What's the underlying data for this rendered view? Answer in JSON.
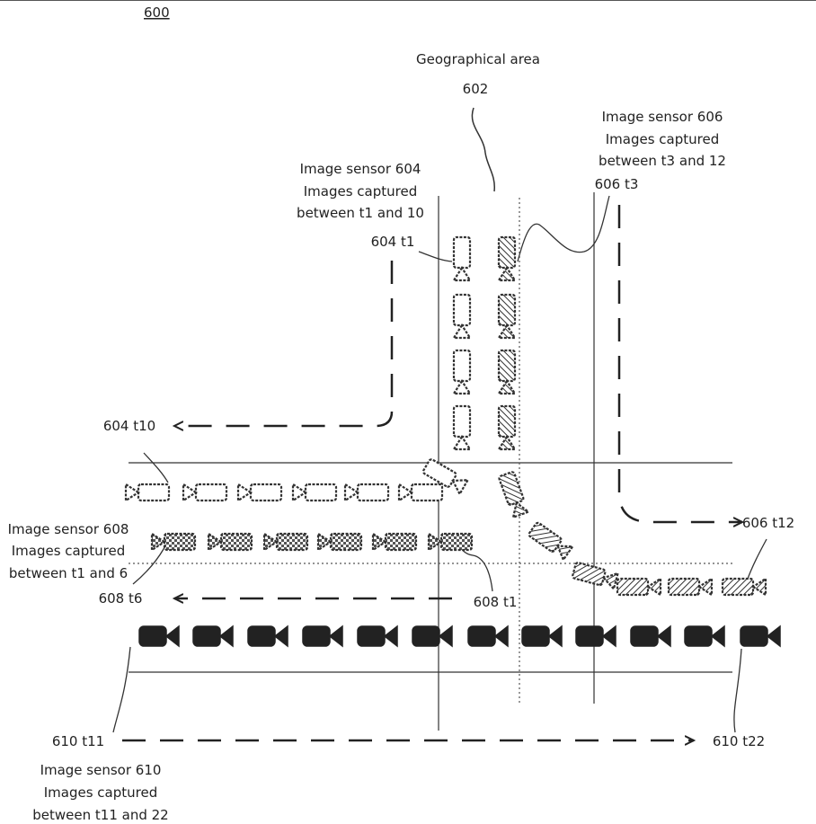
{
  "figure_number": "600",
  "area": {
    "title": "Geographical area",
    "ref": "602"
  },
  "sensor_604": {
    "line1": "Image sensor 604",
    "line2": "Images captured",
    "line3": "between t1 and 10",
    "start": "604 t1",
    "end": "604 t10"
  },
  "sensor_606": {
    "line1": "Image sensor 606",
    "line2": "Images captured",
    "line3": "between t3 and 12",
    "start": "606 t3",
    "end": "606 t12"
  },
  "sensor_608": {
    "line1": "Image sensor 608",
    "line2": "Images captured",
    "line3": "between t1 and 6",
    "start": "608 t1",
    "end": "608 t6"
  },
  "sensor_610": {
    "line1": "Image sensor 610",
    "line2": "Images captured",
    "line3": "between t11 and 22",
    "start": "610 t11",
    "end": "610 t22"
  }
}
